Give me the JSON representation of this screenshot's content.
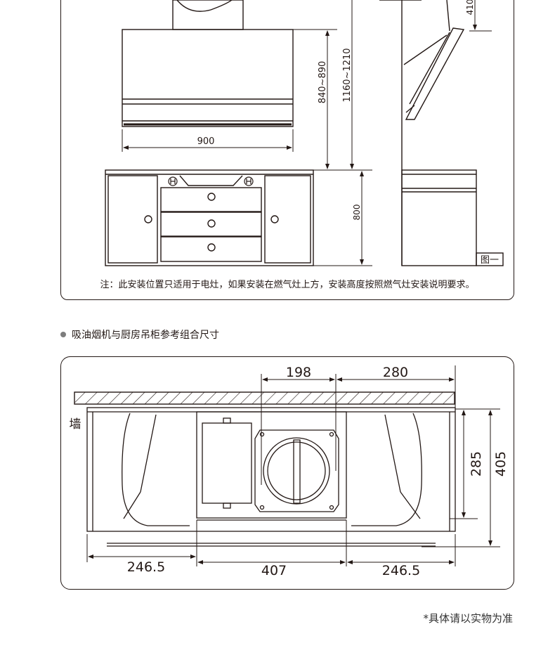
{
  "figure1": {
    "dim_width": "900",
    "dim_hood_height": "840~890",
    "dim_side_height": "1160~1210",
    "dim_counter_height": "800",
    "dim_top_partial": "410",
    "figure_label": "图一",
    "note": "注：此安装位置只适用于电灶，如果安装在燃气灶上方，安装高度按照燃气灶安装说明要求。"
  },
  "section": {
    "heading": "吸油烟机与厨房吊柜参考组合尺寸"
  },
  "figure2": {
    "wall_label": "墙",
    "dim_198": "198",
    "dim_280": "280",
    "dim_285": "285",
    "dim_405": "405",
    "dim_left": "246.5",
    "dim_center": "407",
    "dim_right": "246.5"
  },
  "footnote": "*具体请以实物为准"
}
